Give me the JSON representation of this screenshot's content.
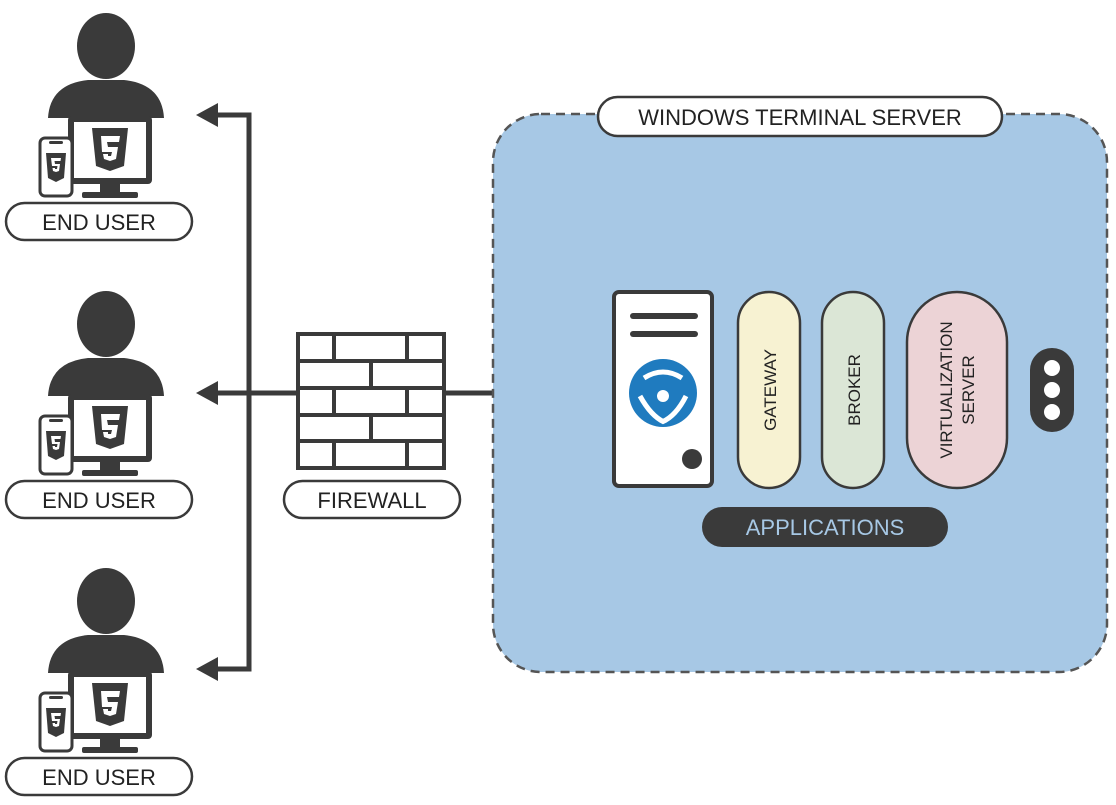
{
  "end_users": [
    {
      "label": "END USER"
    },
    {
      "label": "END USER"
    },
    {
      "label": "END USER"
    }
  ],
  "firewall": {
    "label": "FIREWALL"
  },
  "server": {
    "title": "WINDOWS TERMINAL SERVER",
    "components": [
      {
        "label": "GATEWAY",
        "color": "#f7f2d2"
      },
      {
        "label": "BROKER",
        "color": "#dbe6d6"
      },
      {
        "label_line1": "VIRTUALIZATION",
        "label_line2": "SERVER",
        "color": "#ecd3d6"
      }
    ],
    "applications_label": "APPLICATIONS",
    "more_icon": "more-dots-icon",
    "server_icon": "tower-server-icon",
    "logo": "blue-orbit-logo"
  },
  "colors": {
    "server_panel": "#a7c8e5",
    "dark": "#3a3a3a",
    "applications_text": "#a7c8e5"
  }
}
